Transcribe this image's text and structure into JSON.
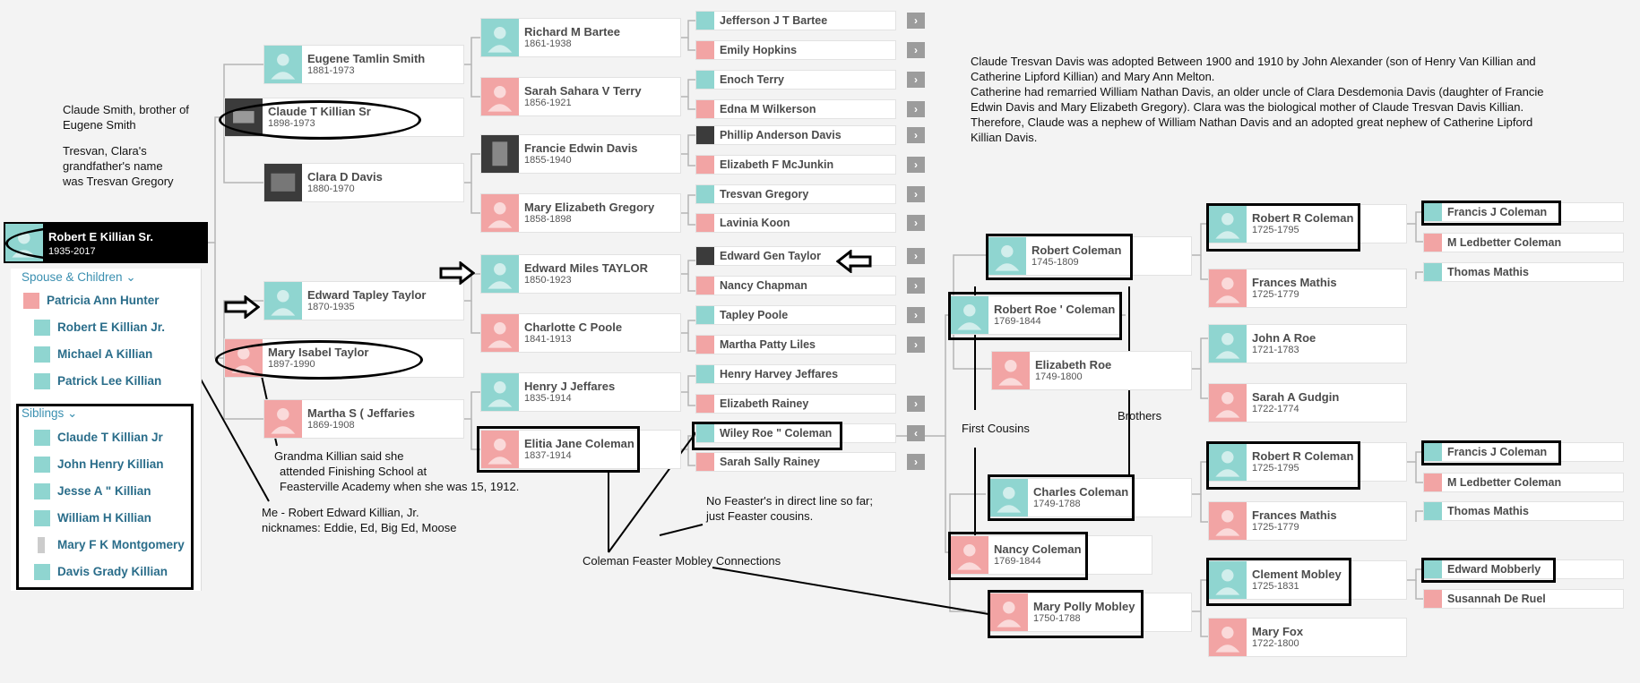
{
  "root": {
    "name": "Robert E Killian Sr.",
    "years": "1935-2017"
  },
  "panel": {
    "spouse_header": "Spouse & Children",
    "spouse": "Patricia Ann Hunter",
    "children": [
      "Robert E Killian Jr.",
      "Michael A Killian",
      "Patrick Lee Killian"
    ],
    "siblings_header": "Siblings",
    "siblings": [
      "Claude T Killian Jr",
      "John Henry Killian",
      "Jesse A \" Killian",
      "William H Killian",
      "Mary F K Montgomery",
      "Davis Grady Killian"
    ]
  },
  "gen2": [
    {
      "name": "Claude T Killian Sr",
      "years": "1898-1973",
      "sex": "photo"
    },
    {
      "name": "Mary Isabel Taylor",
      "years": "1897-1990",
      "sex": "f"
    }
  ],
  "gen3": [
    {
      "name": "Eugene Tamlin Smith",
      "years": "1881-1973",
      "sex": "m"
    },
    {
      "name": "Clara D Davis",
      "years": "1880-1970",
      "sex": "photo"
    },
    {
      "name": "Edward Tapley Taylor",
      "years": "1870-1935",
      "sex": "m"
    },
    {
      "name": "Martha S ( Jeffaries",
      "years": "1869-1908",
      "sex": "f"
    }
  ],
  "gen4": [
    {
      "name": "Richard M Bartee",
      "years": "1861-1938",
      "sex": "m"
    },
    {
      "name": "Sarah Sahara V Terry",
      "years": "1856-1921",
      "sex": "f"
    },
    {
      "name": "Francie Edwin Davis",
      "years": "1855-1940",
      "sex": "photo"
    },
    {
      "name": "Mary Elizabeth Gregory",
      "years": "1858-1898",
      "sex": "f"
    },
    {
      "name": "Edward Miles TAYLOR",
      "years": "1850-1923",
      "sex": "m"
    },
    {
      "name": "Charlotte C Poole",
      "years": "1841-1913",
      "sex": "f"
    },
    {
      "name": "Henry J Jeffares",
      "years": "1835-1914",
      "sex": "m"
    },
    {
      "name": "Elitia Jane Coleman",
      "years": "1837-1914",
      "sex": "f"
    }
  ],
  "gen5": [
    {
      "name": "Jefferson J T Bartee",
      "sex": "m",
      "arrow": "›"
    },
    {
      "name": "Emily Hopkins",
      "sex": "f",
      "arrow": "›"
    },
    {
      "name": "Enoch Terry",
      "sex": "m",
      "arrow": "›"
    },
    {
      "name": "Edna M Wilkerson",
      "sex": "f",
      "arrow": "›"
    },
    {
      "name": "Phillip Anderson Davis",
      "sex": "photo",
      "arrow": "›"
    },
    {
      "name": "Elizabeth F McJunkin",
      "sex": "f",
      "arrow": "›"
    },
    {
      "name": "Tresvan Gregory",
      "sex": "m",
      "arrow": "›"
    },
    {
      "name": "Lavinia Koon",
      "sex": "f",
      "arrow": "›"
    },
    {
      "name": "Edward Gen Taylor",
      "sex": "photo",
      "arrow": "›"
    },
    {
      "name": "Nancy Chapman",
      "sex": "f",
      "arrow": "›"
    },
    {
      "name": "Tapley Poole",
      "sex": "m",
      "arrow": "›"
    },
    {
      "name": "Martha Patty Liles",
      "sex": "f",
      "arrow": "›"
    },
    {
      "name": "Henry Harvey Jeffares",
      "sex": "m",
      "arrow": ""
    },
    {
      "name": "Elizabeth Rainey",
      "sex": "f",
      "arrow": "›"
    },
    {
      "name": "Wiley Roe \" Coleman",
      "sex": "m",
      "arrow": "‹"
    },
    {
      "name": "Sarah Sally Rainey",
      "sex": "f",
      "arrow": "›"
    }
  ],
  "coleman": {
    "robert_roe": {
      "name": "Robert Roe ' Coleman",
      "years": "1769-1844"
    },
    "elizabeth_roe": {
      "name": "Elizabeth Roe",
      "years": "1749-1800"
    },
    "robert": {
      "name": "Robert Coleman",
      "years": "1745-1809"
    },
    "nancy": {
      "name": "Nancy Coleman",
      "years": "1769-1844"
    },
    "charles": {
      "name": "Charles Coleman",
      "years": "1749-1788"
    },
    "mary_polly": {
      "name": "Mary Polly Mobley",
      "years": "1750-1788"
    },
    "robert_r_1": {
      "name": "Robert R Coleman",
      "years": "1725-1795"
    },
    "frances_1": {
      "name": "Frances Mathis",
      "years": "1725-1779"
    },
    "john_roe": {
      "name": "John A Roe",
      "years": "1721-1783"
    },
    "sarah_gudgin": {
      "name": "Sarah A Gudgin",
      "years": "1722-1774"
    },
    "robert_r_2": {
      "name": "Robert R Coleman",
      "years": "1725-1795"
    },
    "frances_2": {
      "name": "Frances Mathis",
      "years": "1725-1779"
    },
    "clement": {
      "name": "Clement Mobley",
      "years": "1725-1831"
    },
    "mary_fox": {
      "name": "Mary Fox",
      "years": "1722-1800"
    },
    "francis_1": "Francis J Coleman",
    "ledbetter_1": "M Ledbetter Coleman",
    "thomas_1": "Thomas Mathis",
    "francis_2": "Francis J Coleman",
    "ledbetter_2": "M Ledbetter Coleman",
    "thomas_2": "Thomas Mathis",
    "edward_mobberly": "Edward Mobberly",
    "susannah": "Susannah De Ruel"
  },
  "notes": {
    "claude_smith": [
      "Claude Smith, brother of",
      "Eugene Smith"
    ],
    "tresvan": [
      "Tresvan, Clara's",
      "grandfather's name",
      "was Tresvan Gregory"
    ],
    "finishing": [
      "Grandma Killian said she",
      "attended Finishing School at",
      "Feasterville Academy when she was 15, 1912."
    ],
    "me": [
      "Me - Robert Edward Killian, Jr.",
      "nicknames: Eddie, Ed, Big Ed, Moose"
    ],
    "feaster": [
      "No Feaster's in direct line so far;",
      "just Feaster cousins."
    ],
    "connections": "Coleman Feaster Mobley Connections",
    "first_cousins": "First Cousins",
    "brothers": "Brothers",
    "adopted": [
      "Claude Tresvan Davis was adopted Between 1900 and 1910 by John Alexander (son of Henry Van Killian and",
      "Catherine Lipford Killian) and Mary Ann Melton.",
      "Catherine had remarried William Nathan Davis, an older uncle of Clara Desdemonia Davis (daughter of Francie",
      "Edwin Davis and Mary Elizabeth Gregory).  Clara was the biological mother of Claude Tresvan Davis Killian.",
      "Therefore, Claude was a nephew of William Nathan Davis and an adopted great nephew of Catherine Lipford",
      "Killian Davis."
    ]
  }
}
